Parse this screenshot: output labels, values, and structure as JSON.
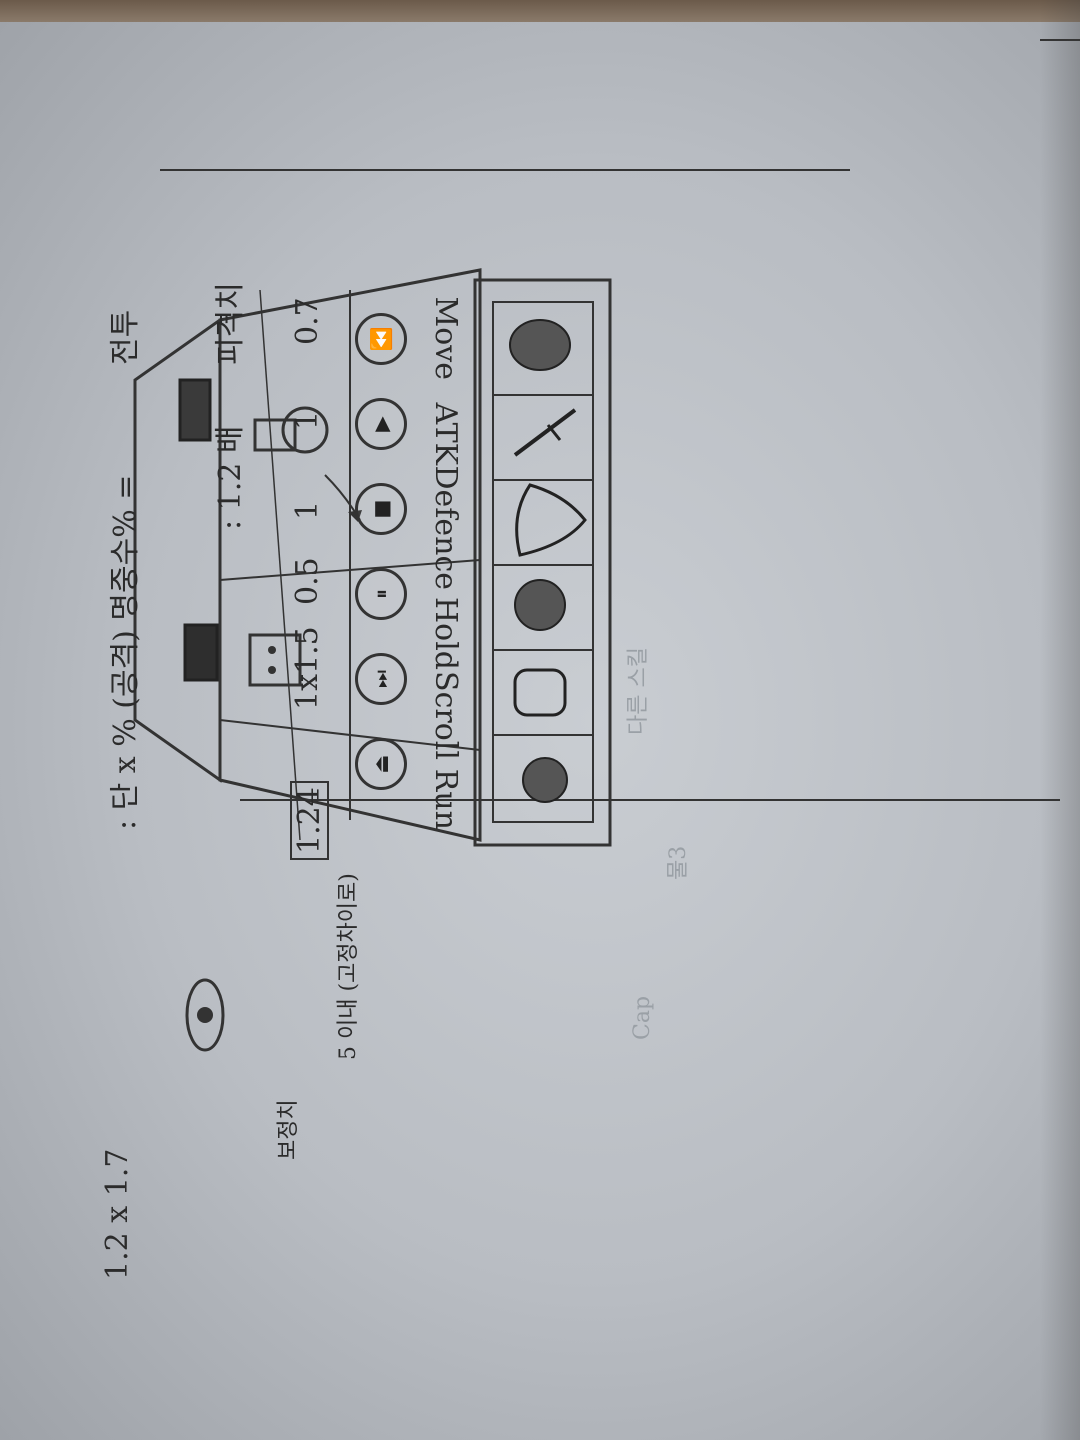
{
  "toolbar": {
    "labels": [
      "Move",
      "ATK",
      "Defence",
      "Hold",
      "Scroll",
      "Run"
    ],
    "speeds": [
      "0.7",
      "1",
      "1",
      "0.5",
      "1x1.5",
      "1.24"
    ]
  },
  "notes": {
    "line1_prefix": "피격치",
    "line1_value": ": 1.2 배",
    "line2_prefix": "전투",
    "line2_value": ": 단 x % (공격) 명중수% =",
    "line2_suffix": "1.2 x 1.7",
    "annotation_top": "5 이내 (고정차이로)",
    "annotation_side": "보정치",
    "faint_labels": [
      "다른 스킬",
      "물3",
      "Cap"
    ]
  },
  "icons": [
    "ghost-icon",
    "sword-icon",
    "shield-wave-icon",
    "warrior-icon",
    "boot-icon",
    "runner-icon"
  ],
  "controls": [
    "rewind-icon",
    "play-icon",
    "stop-icon",
    "pause-icon",
    "step-icon",
    "eject-icon"
  ]
}
